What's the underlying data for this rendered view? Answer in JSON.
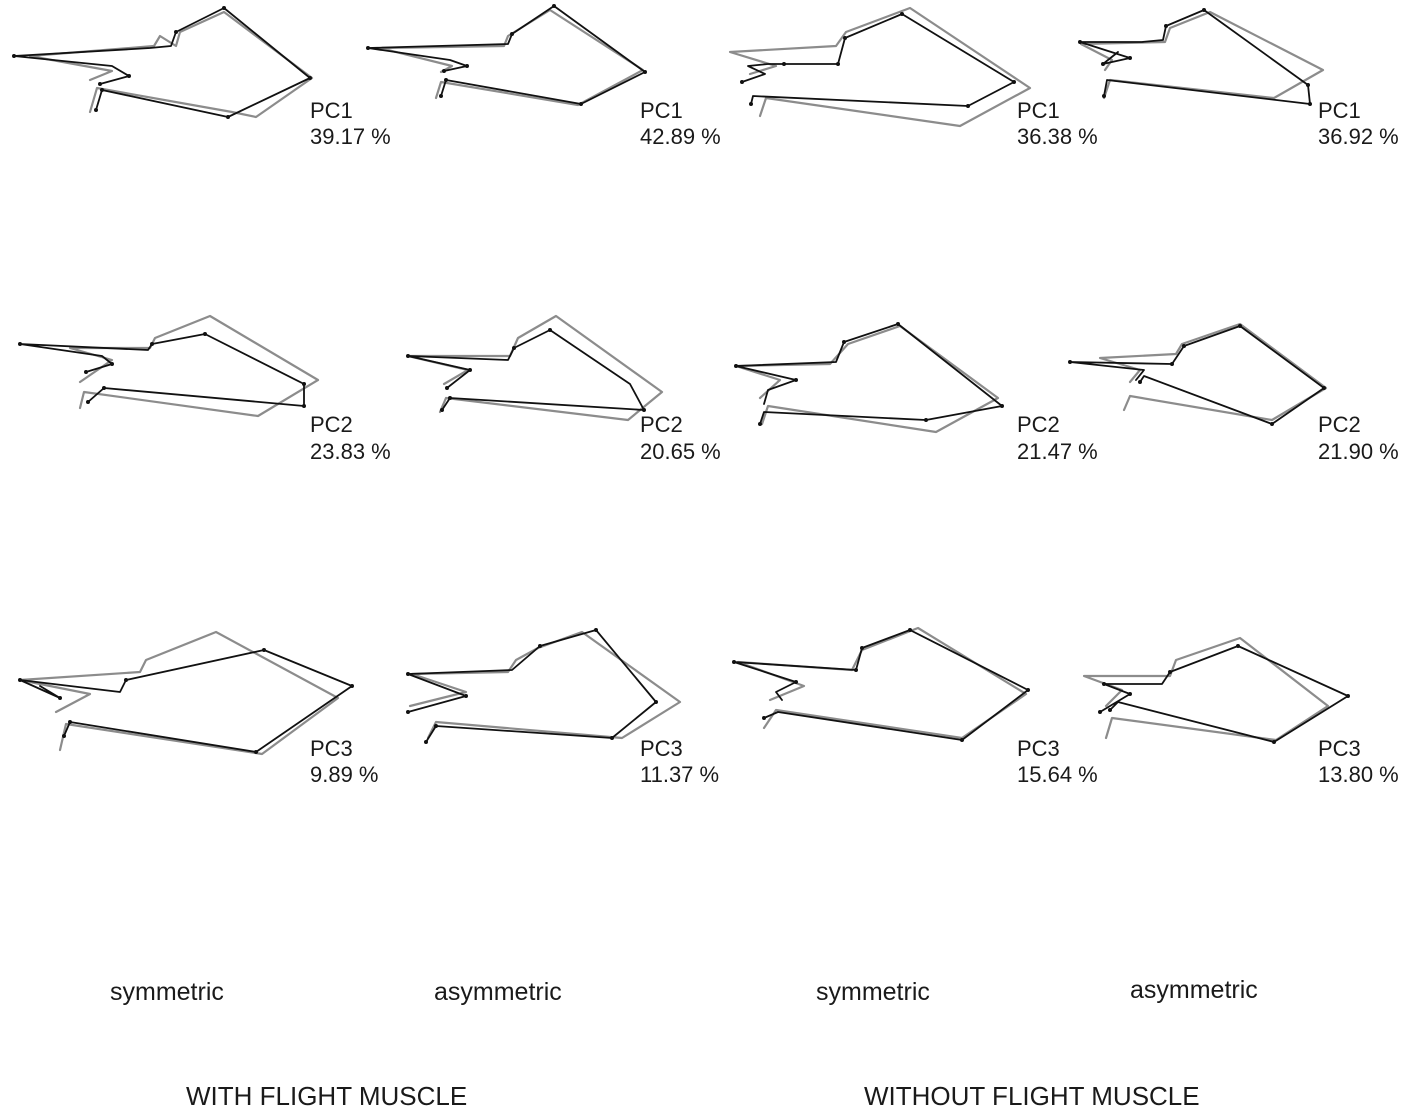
{
  "colors": {
    "mean_outline": "#8c8c8c",
    "pc_outline": "#111111"
  },
  "panels": [
    {
      "pc": "PC1",
      "variance": "39.17 %"
    },
    {
      "pc": "PC1",
      "variance": "42.89 %"
    },
    {
      "pc": "PC1",
      "variance": "36.38 %"
    },
    {
      "pc": "PC1",
      "variance": "36.92 %"
    },
    {
      "pc": "PC2",
      "variance": "23.83 %"
    },
    {
      "pc": "PC2",
      "variance": "20.65 %"
    },
    {
      "pc": "PC2",
      "variance": "21.47 %"
    },
    {
      "pc": "PC2",
      "variance": "21.90 %"
    },
    {
      "pc": "PC3",
      "variance": "9.89 %"
    },
    {
      "pc": "PC3",
      "variance": "11.37 %"
    },
    {
      "pc": "PC3",
      "variance": "15.64 %"
    },
    {
      "pc": "PC3",
      "variance": "13.80 %"
    }
  ],
  "column_labels": [
    "symmetric",
    "asymmetric",
    "symmetric",
    "asymmetric"
  ],
  "group_labels": [
    "WITH FLIGHT MUSCLE",
    "WITHOUT FLIGHT MUSCLE"
  ]
}
